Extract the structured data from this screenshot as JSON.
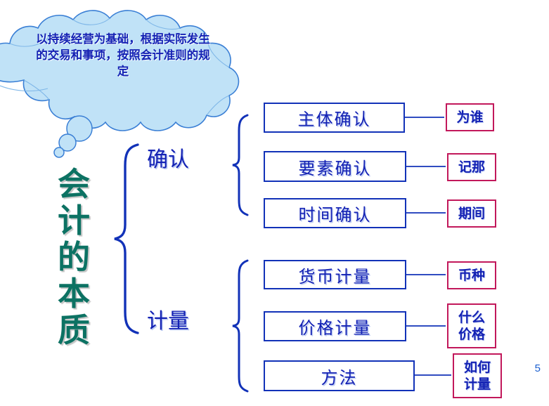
{
  "slide": {
    "page_number": "5",
    "background_color": "#ffffff"
  },
  "thought_bubble": {
    "name": "thought-bubble",
    "text": "以持续经营为基础，根据实际发生的交易和事项，按照会计准则的规定",
    "fill_color": "#c0e2f7",
    "stroke_color": "#3a7fd5",
    "text_color": "#1422b4"
  },
  "title": {
    "text": "会计的本质",
    "characters": [
      "会",
      "计",
      "的",
      "本",
      "质"
    ],
    "color": "#0c7263"
  },
  "branches": [
    {
      "label": "确认",
      "color": "#1422b4"
    },
    {
      "label": "计量",
      "color": "#1422b4"
    }
  ],
  "colors": {
    "box_border": "#1232b8",
    "tag_border": "#c2185b",
    "text_blue": "#1422b4",
    "connector": "#1232b8",
    "brace": "#1232b8"
  },
  "nodes": [
    {
      "box_label": "主体确认",
      "tag_lines": [
        "为谁"
      ],
      "group": "确认"
    },
    {
      "box_label": "要素确认",
      "tag_lines": [
        "记那"
      ],
      "group": "确认"
    },
    {
      "box_label": "时间确认",
      "tag_lines": [
        "期间"
      ],
      "group": "确认"
    },
    {
      "box_label": "货币计量",
      "tag_lines": [
        "币种"
      ],
      "group": "计量"
    },
    {
      "box_label": "价格计量",
      "tag_lines": [
        "什么",
        "价格"
      ],
      "group": "计量"
    },
    {
      "box_label": "方法",
      "tag_lines": [
        "如何",
        "计量"
      ],
      "group": "计量"
    }
  ]
}
